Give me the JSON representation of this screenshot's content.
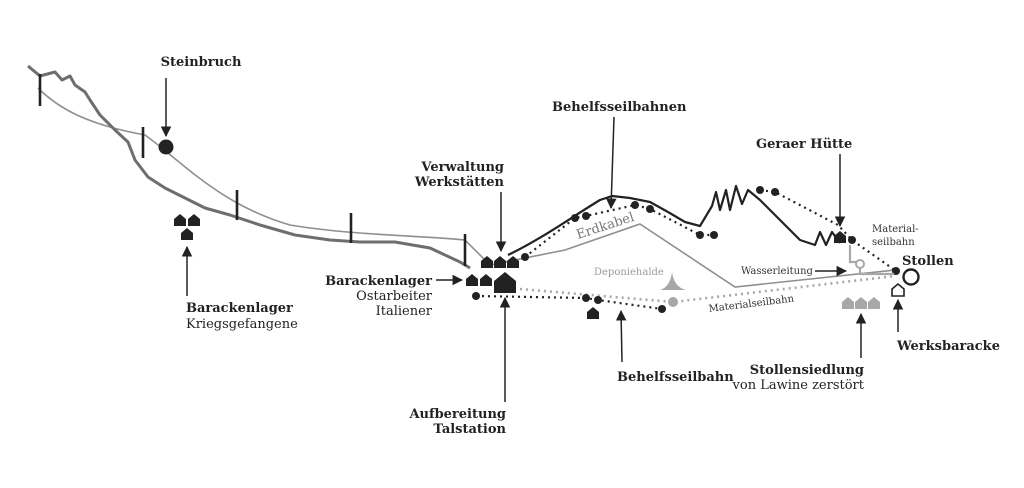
{
  "colors": {
    "ink": "#222222",
    "terrain_dark": "#6e6e6e",
    "terrain_light": "#8f8f8f",
    "grey_feature": "#a8a8a8"
  },
  "labels": {
    "steinbruch": "Steinbruch",
    "barackenlager_kgf_title": "Barackenlager",
    "barackenlager_kgf_sub": "Kriegsgefangene",
    "verwaltung": "Verwaltung",
    "werkstaetten": "Werkstätten",
    "barackenlager_title": "Barackenlager",
    "ostarbeiter": "Ostarbeiter",
    "italiener": "Italiener",
    "aufbereitung": "Aufbereitung",
    "talstation": "Talstation",
    "behelfsseilbahnen": "Behelfsseilbahnen",
    "erdkabel": "Erdkabel",
    "deponiehalde": "Deponiehalde",
    "materialseilbahn_low": "Materialseilbahn",
    "behelfsseilbahn": "Behelfsseilbahn",
    "geraer_huette": "Geraer Hütte",
    "material_line1": "Material-",
    "material_line2": "seilbahn",
    "wasserleitung": "Wasserleitung",
    "stollen": "Stollen",
    "stollensiedlung_title": "Stollensiedlung",
    "stollensiedlung_sub": "von Lawine zerstört",
    "werksbaracke": "Werksbaracke"
  }
}
